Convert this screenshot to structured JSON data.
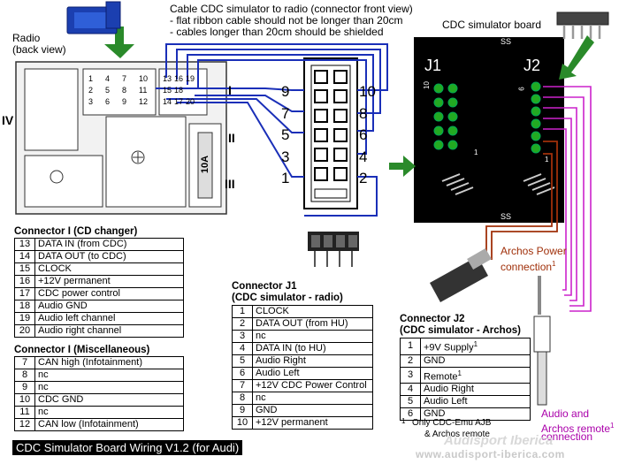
{
  "header": {
    "radio_label_1": "Radio",
    "radio_label_2": "(back view)",
    "cable_note_1": "Cable CDC simulator to radio (connector front view)",
    "cable_note_2": "- flat ribbon cable should not be longer than 20cm",
    "cable_note_3": "- cables longer than 20cm should be shielded",
    "board_title": "CDC simulator board"
  },
  "radio_connector": {
    "roman_i": "I",
    "roman_ii": "II",
    "roman_iii": "III",
    "roman_iv": "IV",
    "fuse": "10A",
    "pin_rows": [
      [
        "13",
        "16",
        "19"
      ],
      [
        "15",
        "18"
      ],
      [
        "14",
        "17",
        "20"
      ]
    ],
    "misc_rows": [
      [
        "1",
        "4",
        "7",
        "10"
      ],
      [
        "2",
        "5",
        "8",
        "11"
      ],
      [
        "3",
        "6",
        "9",
        "12"
      ]
    ]
  },
  "cable_connector": {
    "left_pins": [
      "9",
      "7",
      "5",
      "3",
      "1"
    ],
    "right_pins": [
      "10",
      "8",
      "6",
      "4",
      "2"
    ]
  },
  "board": {
    "j1": "J1",
    "j2": "J2",
    "j1_top": "10",
    "j1_bottom": "1",
    "j2_top": "6",
    "j2_bottom": "1",
    "break_mark": "SS"
  },
  "connector_i_cd": {
    "title": "Connector I (CD changer)",
    "rows": [
      [
        "13",
        "DATA IN (from CDC)"
      ],
      [
        "14",
        "DATA OUT (to CDC)"
      ],
      [
        "15",
        "CLOCK"
      ],
      [
        "16",
        "+12V permanent"
      ],
      [
        "17",
        "CDC power control"
      ],
      [
        "18",
        "Audio GND"
      ],
      [
        "19",
        "Audio left channel"
      ],
      [
        "20",
        "Audio right channel"
      ]
    ]
  },
  "connector_i_misc": {
    "title": "Connector I (Miscellaneous)",
    "rows": [
      [
        "7",
        "CAN high (Infotainment)"
      ],
      [
        "8",
        "nc"
      ],
      [
        "9",
        "nc"
      ],
      [
        "10",
        "CDC GND"
      ],
      [
        "11",
        "nc"
      ],
      [
        "12",
        "CAN low (Infotainment)"
      ]
    ]
  },
  "connector_j1": {
    "title_1": "Connector J1",
    "title_2": "(CDC simulator - radio)",
    "rows": [
      [
        "1",
        "CLOCK"
      ],
      [
        "2",
        "DATA OUT (from HU)"
      ],
      [
        "3",
        "nc"
      ],
      [
        "4",
        "DATA IN (to HU)"
      ],
      [
        "5",
        "Audio Right"
      ],
      [
        "6",
        "Audio Left"
      ],
      [
        "7",
        "+12V CDC Power Control"
      ],
      [
        "8",
        "nc"
      ],
      [
        "9",
        "GND"
      ],
      [
        "10",
        "+12V permanent"
      ]
    ]
  },
  "connector_j2": {
    "title_1": "Connector J2",
    "title_2": "(CDC simulator - Archos)",
    "rows": [
      [
        "1",
        "+9V Supply",
        "1"
      ],
      [
        "2",
        "GND",
        ""
      ],
      [
        "3",
        "Remote",
        "1"
      ],
      [
        "4",
        "Audio Right",
        ""
      ],
      [
        "5",
        "Audio Left",
        ""
      ],
      [
        "6",
        "GND",
        ""
      ]
    ],
    "footnote_mark": "1",
    "footnote_1": "Only CDC-Emu AJB",
    "footnote_2": "& Archos remote"
  },
  "archos": {
    "power_1": "Archos Power",
    "power_2": "connection",
    "power_sup": "1",
    "audio_1": "Audio and",
    "audio_2": "Archos remote",
    "audio_3": "connection",
    "audio_sup": "1"
  },
  "footer": {
    "title": "CDC Simulator Board Wiring V1.2 (for Audi)",
    "watermark_1": "www.audisport-iberica.com",
    "watermark_2": "Audisport Iberica"
  },
  "colors": {
    "wire_blue": "#1a2fb8",
    "wire_purple": "#cc22cc",
    "wire_brown": "#a0300a",
    "arrow_green": "#2a8a2a",
    "board_black": "#000000",
    "pin_green": "#22aa22"
  }
}
